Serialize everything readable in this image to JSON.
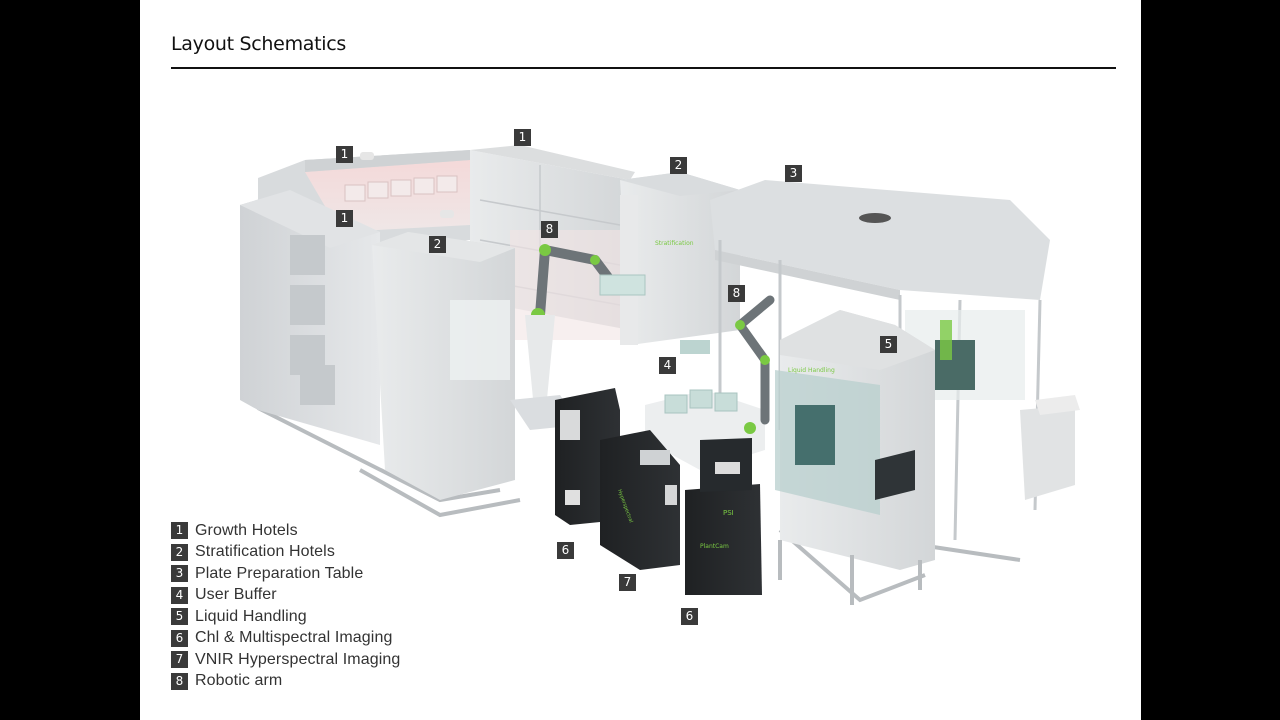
{
  "header": {
    "title": "Layout Schematics"
  },
  "legend": [
    {
      "num": "1",
      "label": "Growth Hotels"
    },
    {
      "num": "2",
      "label": "Stratification Hotels"
    },
    {
      "num": "3",
      "label": "Plate Preparation Table"
    },
    {
      "num": "4",
      "label": "User Buffer"
    },
    {
      "num": "5",
      "label": "Liquid Handling"
    },
    {
      "num": "6",
      "label": "Chl & Multispectral Imaging"
    },
    {
      "num": "7",
      "label": "VNIR Hyperspectral Imaging"
    },
    {
      "num": "8",
      "label": "Robotic arm"
    }
  ],
  "badges": [
    "1",
    "1",
    "1",
    "2",
    "2",
    "3",
    "4",
    "5",
    "6",
    "6",
    "7",
    "8",
    "8"
  ],
  "device_text": {
    "brand": "PSI",
    "camera": "PlantCam"
  },
  "colors": {
    "accent": "#7ac943",
    "badge": "#3a3a3a",
    "frame": "#c9cccf"
  }
}
